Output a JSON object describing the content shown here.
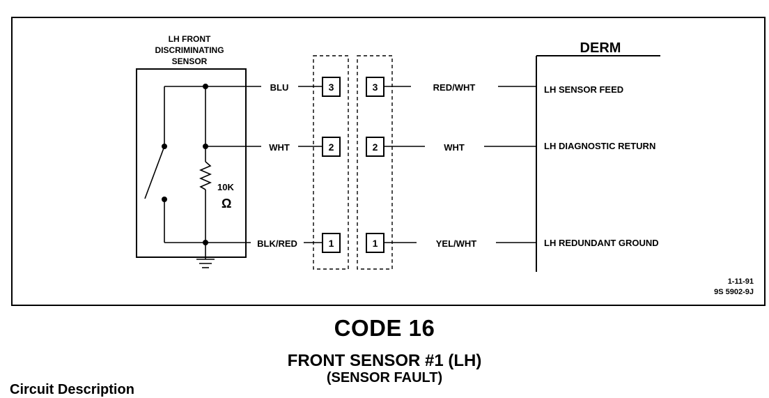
{
  "sensor": {
    "title_line1": "LH FRONT",
    "title_line2": "DISCRIMINATING",
    "title_line3": "SENSOR",
    "resistor_value": "10K",
    "resistor_unit": "Ω"
  },
  "wires_left": [
    {
      "pin": "3",
      "color": "BLU"
    },
    {
      "pin": "2",
      "color": "WHT"
    },
    {
      "pin": "1",
      "color": "BLK/RED"
    }
  ],
  "wires_right": [
    {
      "pin": "3",
      "color": "RED/WHT",
      "circuit": "LH SENSOR FEED"
    },
    {
      "pin": "2",
      "color": "WHT",
      "circuit": "LH DIAGNOSTIC RETURN"
    },
    {
      "pin": "1",
      "color": "YEL/WHT",
      "circuit": "LH REDUNDANT GROUND"
    }
  ],
  "module": {
    "name": "DERM"
  },
  "reference": {
    "date": "1-11-91",
    "number": "9S 5902-9J"
  },
  "heading": {
    "code": "CODE 16",
    "title": "FRONT SENSOR #1 (LH)",
    "subtitle": "(SENSOR FAULT)",
    "section_partial": "Circuit Description"
  }
}
